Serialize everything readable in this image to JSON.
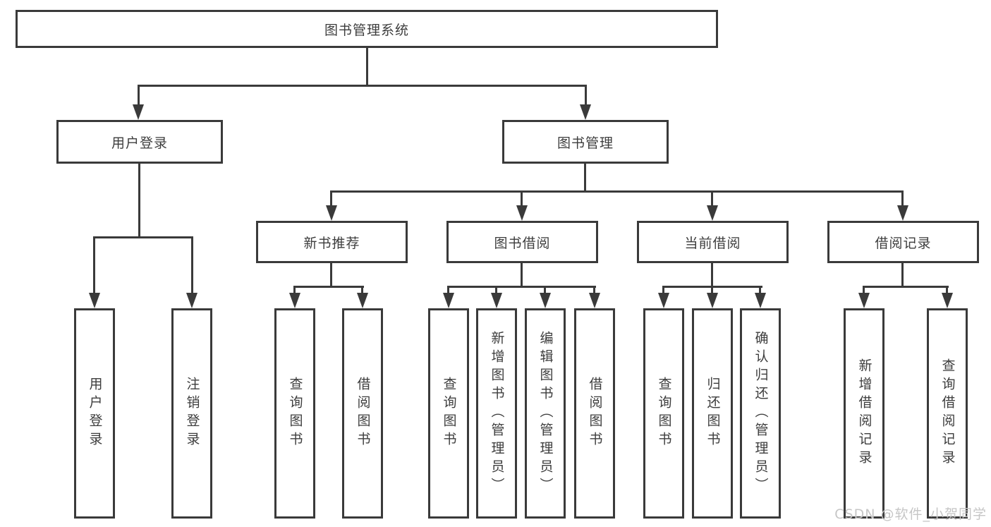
{
  "tree": {
    "root": "图书管理系统",
    "branches": [
      {
        "label": "用户登录",
        "children": [
          "用户登录",
          "注销登录"
        ]
      },
      {
        "label": "图书管理",
        "groups": [
          {
            "label": "新书推荐",
            "children": [
              "查询图书",
              "借阅图书"
            ]
          },
          {
            "label": "图书借阅",
            "children": [
              "查询图书",
              "新增图书（管理员）",
              "编辑图书（管理员）",
              "借阅图书"
            ]
          },
          {
            "label": "当前借阅",
            "children": [
              "查询图书",
              "归还图书",
              "确认归还（管理员）"
            ]
          },
          {
            "label": "借阅记录",
            "children": [
              "新增借阅记录",
              "查询借阅记录"
            ]
          }
        ]
      }
    ]
  },
  "watermark": "CSDN @软件_小贺同学",
  "colors": {
    "line": "#3a3a3a",
    "text": "#3d3d3d",
    "watermark": "#c6c6c6",
    "background": "#ffffff"
  }
}
